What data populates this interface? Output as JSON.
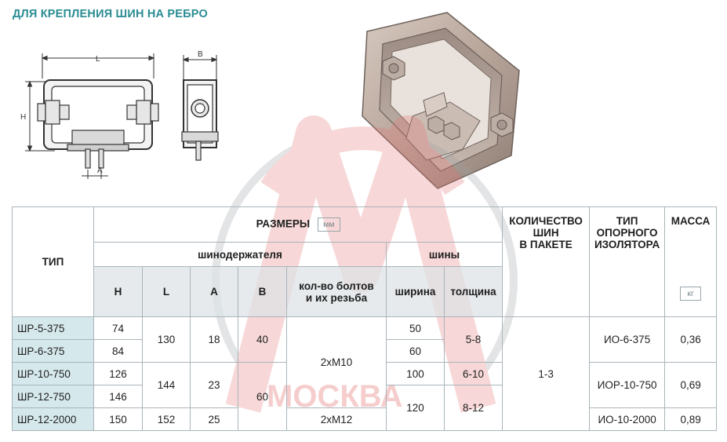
{
  "heading": "ДЛЯ КРЕПЛЕНИЯ ШИН НА РЕБРО",
  "drawing": {
    "front_label_L": "L",
    "front_label_H": "H",
    "front_label_A": "A",
    "side_label_B": "B"
  },
  "watermark": {
    "text": "МОСКВА"
  },
  "table": {
    "col_type": "ТИП",
    "group_dimensions": "РАЗМЕРЫ",
    "dimensions_units": "мм",
    "group_holder": "шинодержателя",
    "group_bus": "шины",
    "col_H": "H",
    "col_L": "L",
    "col_A": "A",
    "col_B": "B",
    "col_bolts_line1": "кол-во болтов",
    "col_bolts_line2": "и их резьба",
    "col_width": "ширина",
    "col_thickness": "толщина",
    "col_qty_line1": "КОЛИЧЕСТВО",
    "col_qty_line2": "ШИН",
    "col_qty_line3": "В ПАКЕТЕ",
    "col_insulator_line1": "ТИП",
    "col_insulator_line2": "ОПОРНОГО",
    "col_insulator_line3": "ИЗОЛЯТОРА",
    "col_mass": "МАССА",
    "mass_units": "кг",
    "rows": [
      {
        "type": "ШР-5-375",
        "H": "74",
        "width": "50"
      },
      {
        "type": "ШР-6-375",
        "H": "84",
        "width": "60"
      },
      {
        "type": "ШР-10-750",
        "H": "126",
        "width": "100"
      },
      {
        "type": "ШР-12-750",
        "H": "146"
      },
      {
        "type": "ШР-12-2000",
        "H": "150"
      }
    ],
    "merged": {
      "L_small": "130",
      "A_small": "18",
      "B_small": "40",
      "L_mid": "144",
      "A_mid": "23",
      "B_large": "60",
      "L_big": "152",
      "A_big": "25",
      "bolts_main": "2хМ10",
      "bolts_last": "2хМ12",
      "thickness_1": "5-8",
      "thickness_2": "6-10",
      "thickness_3": "8-12",
      "width_large": "120",
      "qty": "1-3",
      "insulator_1": "ИО-6-375",
      "insulator_2": "ИОР-10-750",
      "insulator_3": "ИО-10-2000",
      "mass_1": "0,36",
      "mass_2": "0,69",
      "mass_3": "0,89"
    }
  }
}
